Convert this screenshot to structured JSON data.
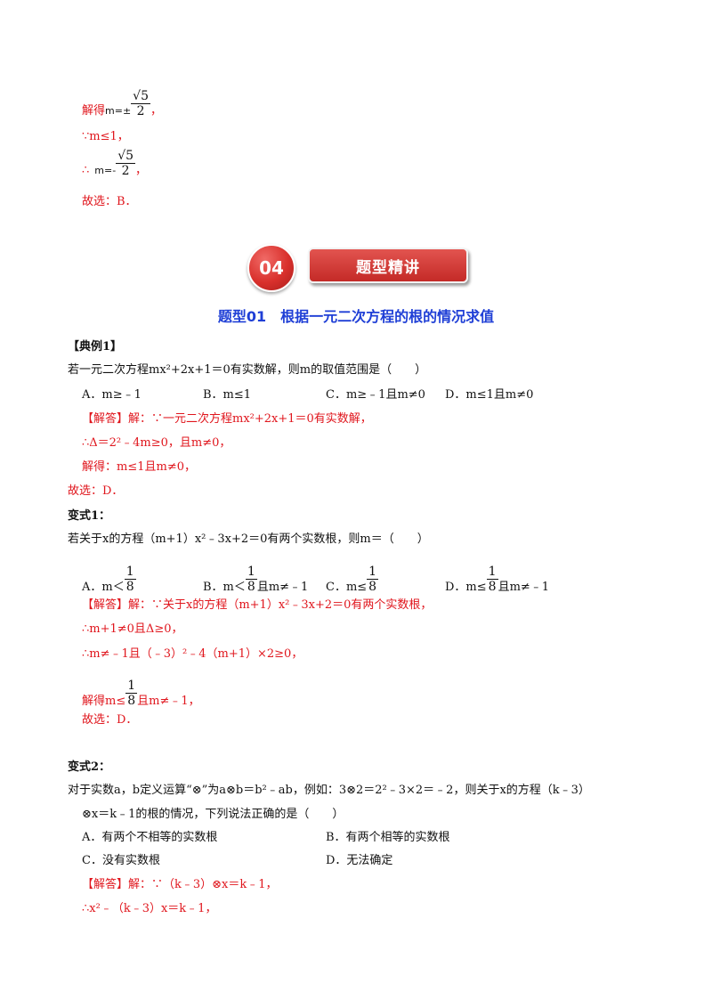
{
  "intro": {
    "l1_prefix": "解得",
    "l1_m": "m=±",
    "l1_num": "√5",
    "l1_den": "2",
    "l1_suffix": "，",
    "l2": "∵m≤1，",
    "l3_prefix": "∴",
    "l3_m": "m=-",
    "l3_num": "√5",
    "l3_den": "2",
    "l3_suffix": "，",
    "l4": "故选：B．"
  },
  "banner": {
    "badge": "04",
    "title": "题型精讲"
  },
  "heading": "题型01　根据一元二次方程的根的情况求值",
  "ex1": {
    "label": "【典例1】",
    "question": "若一元二次方程mx²+2x+1＝0有实数解，则m的取值范围是（　　）",
    "options": [
      "A．m≥﹣1",
      "B．m≤1",
      "C．m≥﹣1且m≠0",
      "D．m≤1且m≠0"
    ],
    "sol1": "【解答】解：∵一元二次方程mx²+2x+1＝0有实数解，",
    "sol2": "∴Δ＝2²﹣4m≥0，且m≠0，",
    "sol3": "解得：m≤1且m≠0，",
    "answer": "故选：D．"
  },
  "ex2": {
    "label": "变式1：",
    "question": "若关于x的方程（m+1）x²﹣3x+2＝0有两个实数根，则m＝（　　）",
    "optA_pre": "A．m＜",
    "optA_num": "1",
    "optA_den": "8",
    "optA_post": "",
    "optB_pre": "B．m＜",
    "optB_num": "1",
    "optB_den": "8",
    "optB_post": "且m≠﹣1",
    "optC_pre": "C．m≤",
    "optC_num": "1",
    "optC_den": "8",
    "optC_post": "",
    "optD_pre": "D．m≤",
    "optD_num": "1",
    "optD_den": "8",
    "optD_post": "且m≠﹣1",
    "sol1": "【解答】解：∵关于x的方程（m+1）x²﹣3x+2＝0有两个实数根，",
    "sol2": "∴m+1≠0且Δ≥0，",
    "sol3": "∴m≠﹣1且（﹣3）²﹣4（m+1）×2≥0，",
    "sol4_pre": "解得m≤",
    "sol4_num": "1",
    "sol4_den": "8",
    "sol4_post": "且m≠﹣1，",
    "answer": "故选：D．"
  },
  "ex3": {
    "label": "变式2：",
    "q1": "对于实数a，b定义运算“⊗”为a⊗b＝b²﹣ab，例如：3⊗2＝2²﹣3×2＝﹣2，则关于x的方程（k﹣3）",
    "q2": "⊗x＝k﹣1的根的情况，下列说法正确的是（　　）",
    "options": [
      "A．有两个不相等的实数根",
      "B．有两个相等的实数根",
      "C．没有实数根",
      "D．无法确定"
    ],
    "sol1": "【解答】解：∵（k﹣3）⊗x＝k﹣1，",
    "sol2": "∴x²﹣（k﹣3）x＝k﹣1，"
  }
}
